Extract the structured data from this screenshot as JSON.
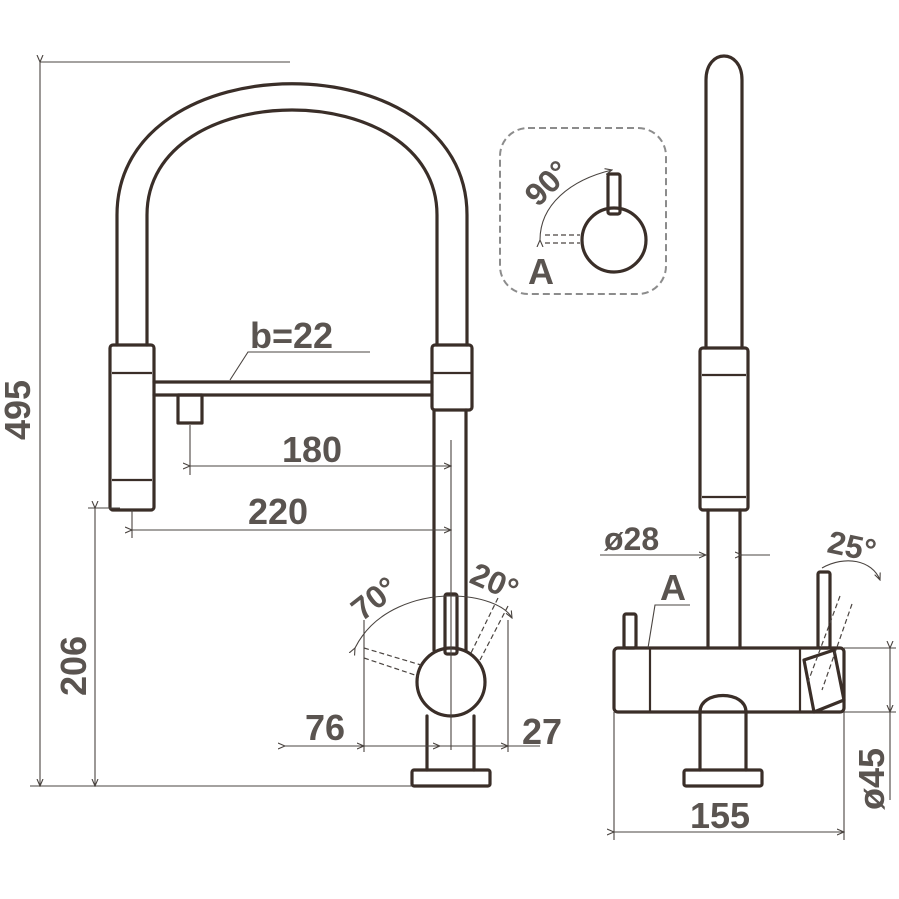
{
  "drawing": {
    "labels": {
      "height_total": "495",
      "height_spout": "206",
      "spring_label": "b=22",
      "reach_180": "180",
      "reach_220": "220",
      "handle_angle_70": "70°",
      "handle_angle_20": "20°",
      "offset_76": "76",
      "offset_27": "27",
      "detail_angle": "90°",
      "detail_marker": "A",
      "view_marker": "A",
      "diameter_body": "ø28",
      "filter_angle": "25°",
      "base_width": "155",
      "diameter_base": "ø45"
    }
  },
  "colors": {
    "line": "#3a2e28",
    "label": "#5a5450",
    "detail_border": "#8c8c8c"
  }
}
